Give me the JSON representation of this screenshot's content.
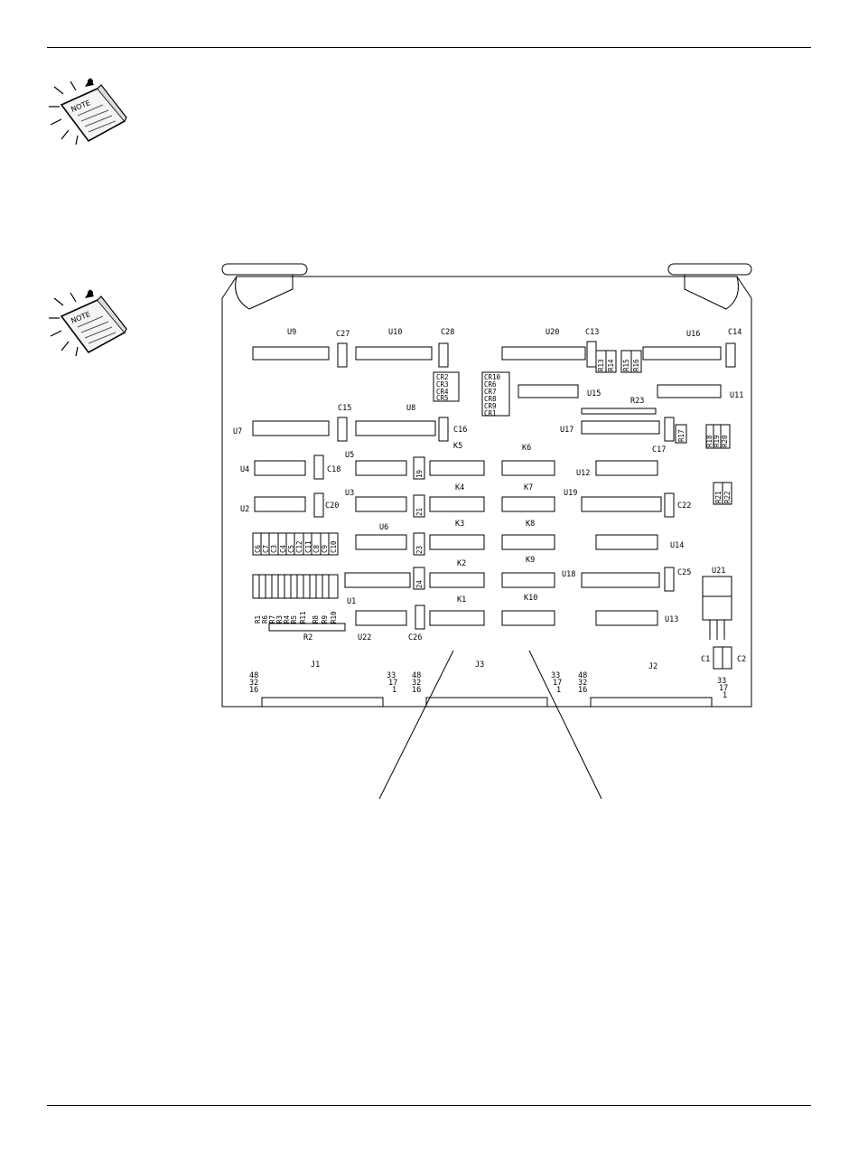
{
  "icons": {
    "note_icon": "note-icon"
  },
  "note_icon_text": "NOTE",
  "board": {
    "ic_labels": {
      "U9": "U9",
      "U10": "U10",
      "U20": "U20",
      "U16": "U16",
      "U15": "U15",
      "U11": "U11",
      "U8": "U8",
      "U7": "U7",
      "U17": "U17",
      "U5": "U5",
      "U4": "U4",
      "U12": "U12",
      "U3": "U3",
      "U2": "U2",
      "U19": "U19",
      "U6": "U6",
      "U14": "U14",
      "U18": "U18",
      "U21": "U21",
      "U1": "U1",
      "U13": "U13",
      "U22": "U22",
      "R2": "R2",
      "R23": "R23"
    },
    "caps": {
      "C27": "C27",
      "C28": "C28",
      "C13": "C13",
      "C14": "C14",
      "C15": "C15",
      "C16": "C16",
      "C17": "C17",
      "C18": "C18",
      "C20": "C20",
      "C22": "C22",
      "C25": "C25",
      "C26": "C26",
      "C1": "C1",
      "C2": "C2"
    },
    "relays": {
      "K1": "K1",
      "K2": "K2",
      "K3": "K3",
      "K4": "K4",
      "K5": "K5",
      "K6": "K6",
      "K7": "K7",
      "K8": "K8",
      "K9": "K9",
      "K10": "K10"
    },
    "small_labels": {
      "v19": "19",
      "v21": "21",
      "v23": "23",
      "v24": "24",
      "R17": "R17",
      "R21": "R21",
      "R22": "R22",
      "R14": "R14",
      "R16": "R16",
      "R18": "R18",
      "R19": "R19",
      "R20": "R20",
      "R13": "R13",
      "R15": "R15",
      "CR2": "CR2",
      "CR3": "CR3",
      "CR4": "CR4",
      "CR5": "CR5",
      "CR10": "CR10",
      "CR6": "CR6",
      "CR7": "CR7",
      "CR8": "CR8",
      "CR9": "CR9",
      "CR1": "CR1",
      "C6": "C6",
      "C7": "C7",
      "C3": "C3",
      "C4": "C4",
      "C5": "C5",
      "C12": "C12",
      "C11": "C11",
      "C8": "C8",
      "C9": "C9",
      "C10": "C10",
      "R1": "R1",
      "R6": "R6",
      "R7": "R7",
      "R3": "R3",
      "R4": "R4",
      "R5": "R5",
      "R11": "R11",
      "R8": "R8",
      "R9": "R9",
      "R10": "R10"
    },
    "connectors": {
      "J1": "J1",
      "J2": "J2",
      "J3": "J3",
      "pins_48": "48",
      "pins_32": "32",
      "pins_16": "16",
      "pins_33": "33",
      "pins_17": "17",
      "pins_1": "1"
    }
  }
}
